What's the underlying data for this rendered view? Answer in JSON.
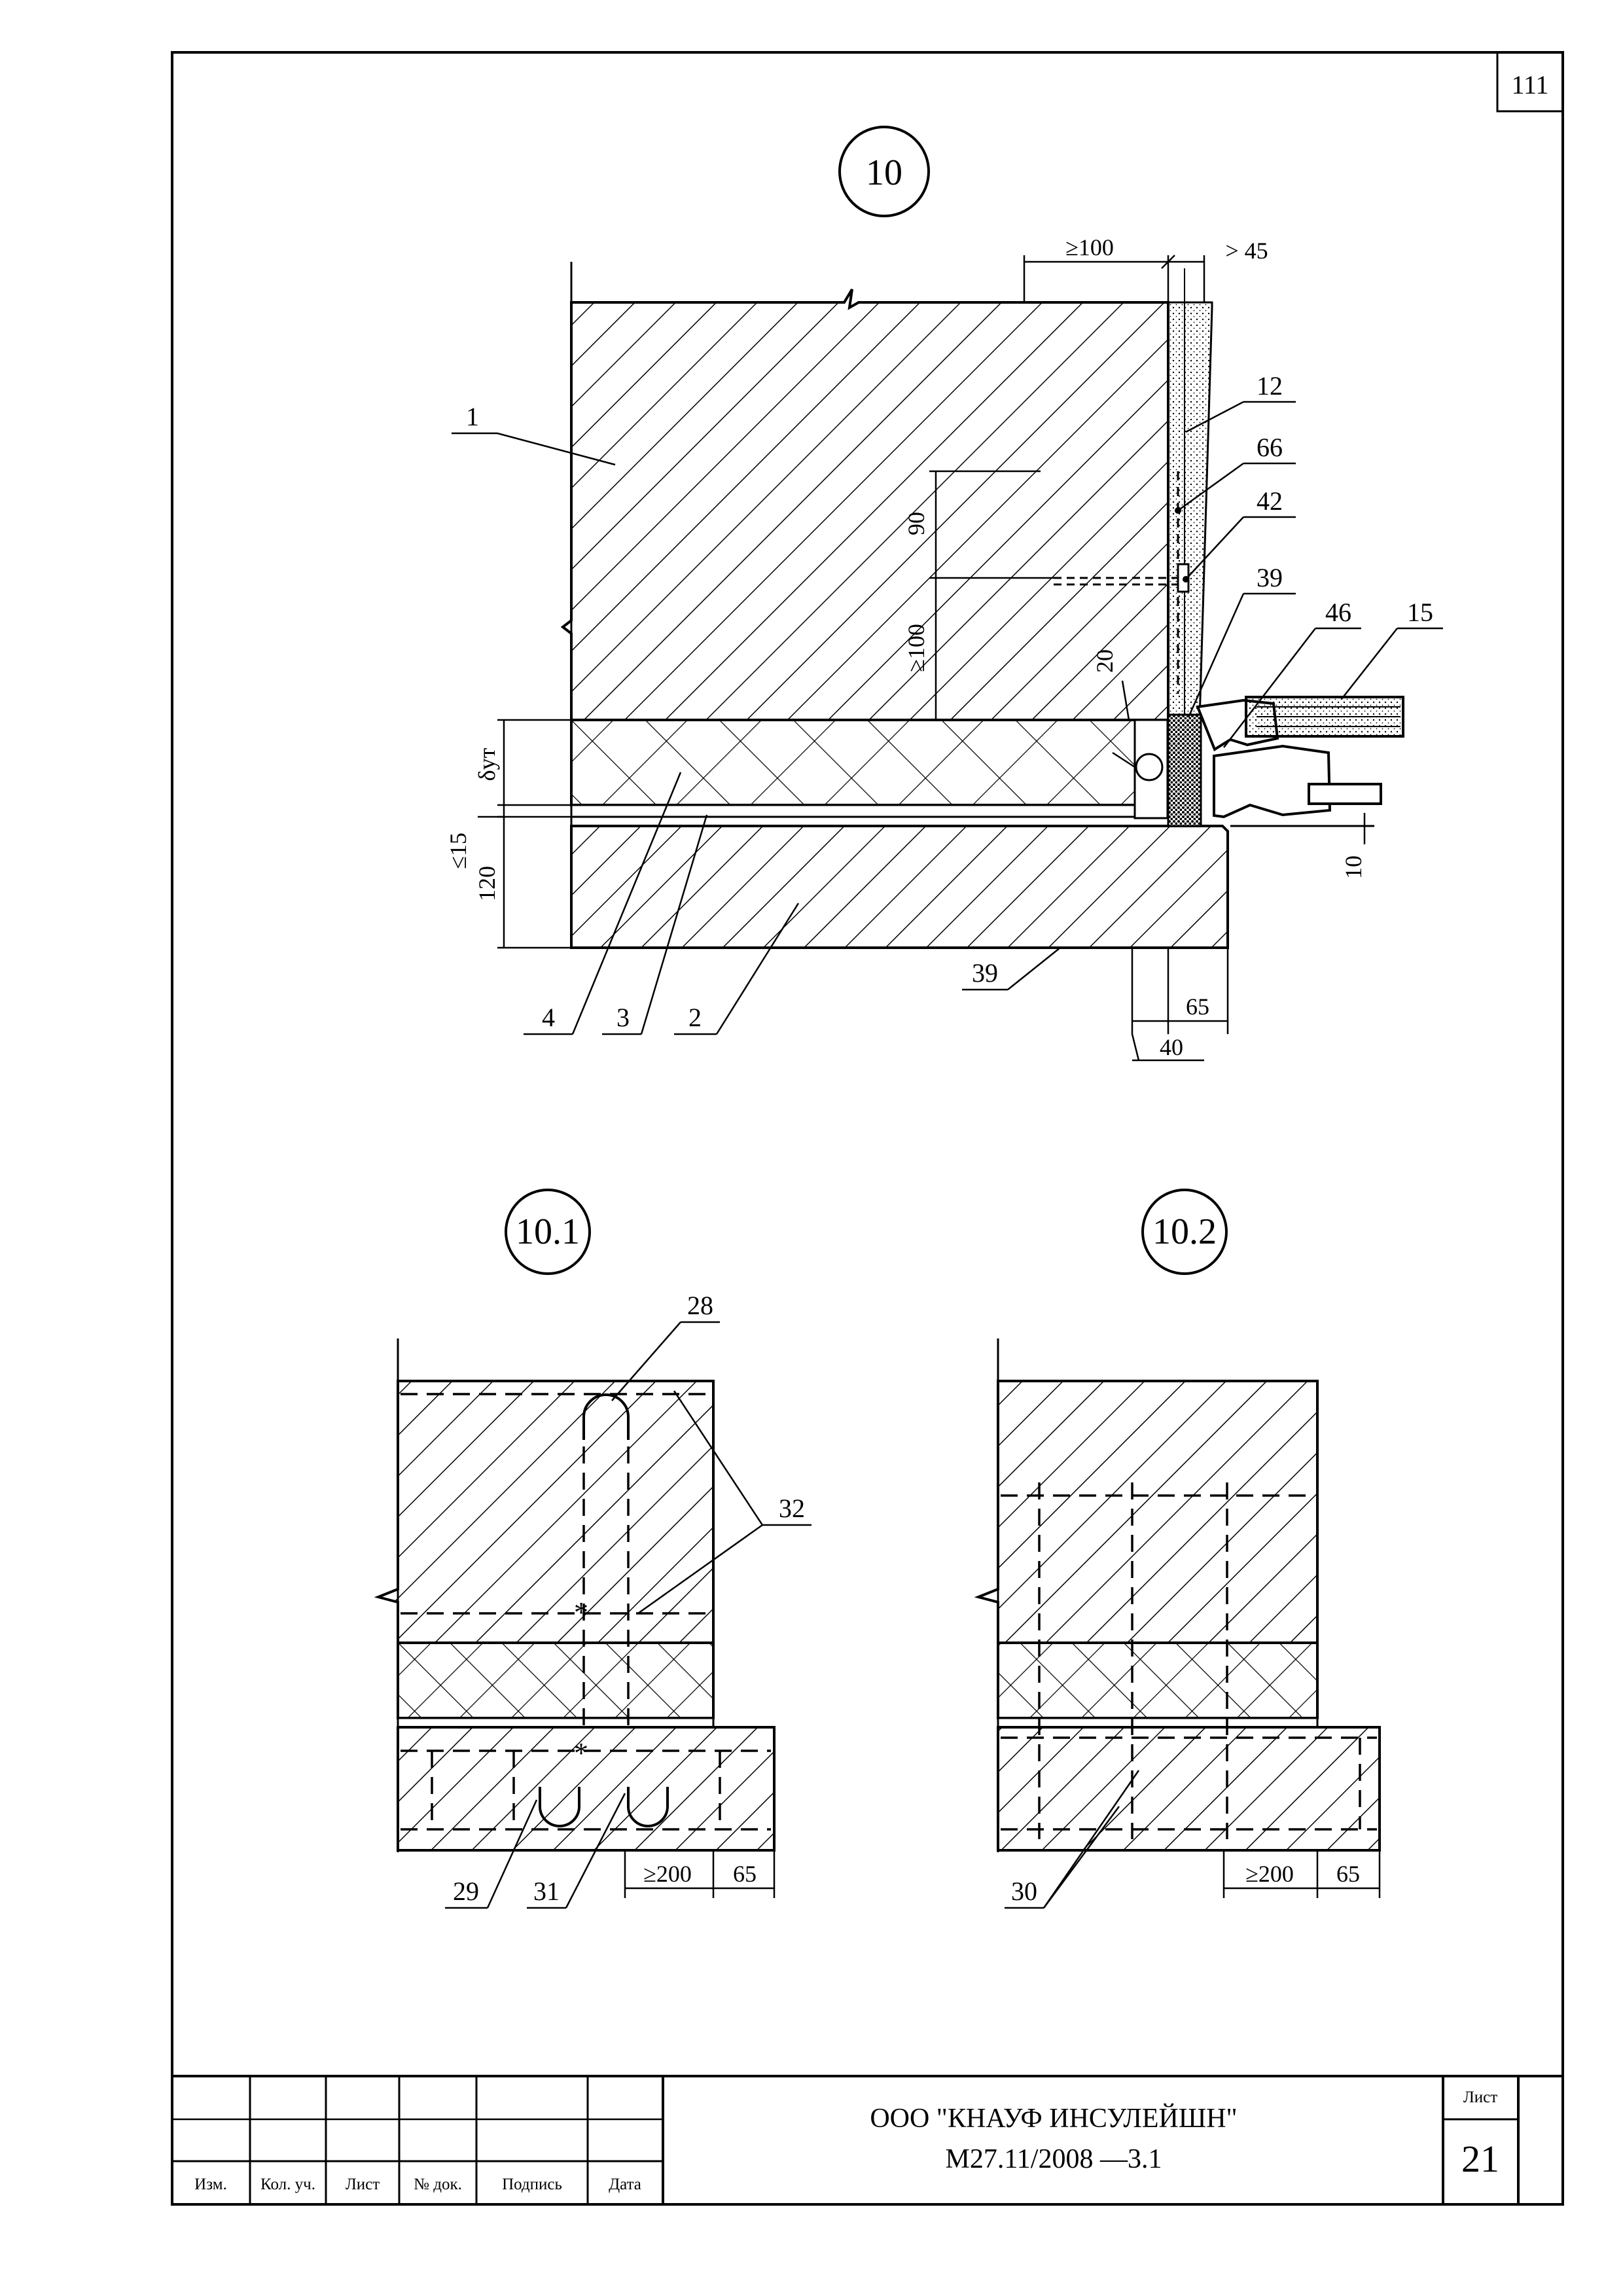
{
  "page_number": "111",
  "detail_main": {
    "marker": "10",
    "dims": {
      "top_gap": "≥100",
      "top_frame": "> 45",
      "d90": "90",
      "d100": "≥100",
      "d20": "20",
      "d_ut": "δут",
      "d15": "≤15",
      "d120": "120",
      "d10": "10",
      "d40": "40",
      "d65": "65"
    },
    "callouts": {
      "c1": "1",
      "c12": "12",
      "c66": "66",
      "c42": "42",
      "c39a": "39",
      "c46": "46",
      "c15": "15",
      "c39b": "39",
      "c4": "4",
      "c3": "3",
      "c2": "2"
    }
  },
  "detail_10_1": {
    "marker": "10.1",
    "callouts": {
      "c28": "28",
      "c32": "32",
      "c29": "29",
      "c31": "31"
    },
    "dims": {
      "d200": "≥200",
      "d65": "65"
    }
  },
  "detail_10_2": {
    "marker": "10.2",
    "callouts": {
      "c30": "30"
    },
    "dims": {
      "d200": "≥200",
      "d65": "65"
    }
  },
  "title_block": {
    "headers": [
      "Изм.",
      "Кол. уч.",
      "Лист",
      "№ док.",
      "Подпись",
      "Дата"
    ],
    "company": "ООО \"КНАУФ ИНСУЛЕЙШН\"",
    "doc_code": "М27.11/2008 —3.1",
    "sheet_label": "Лист",
    "sheet_number": "21"
  }
}
